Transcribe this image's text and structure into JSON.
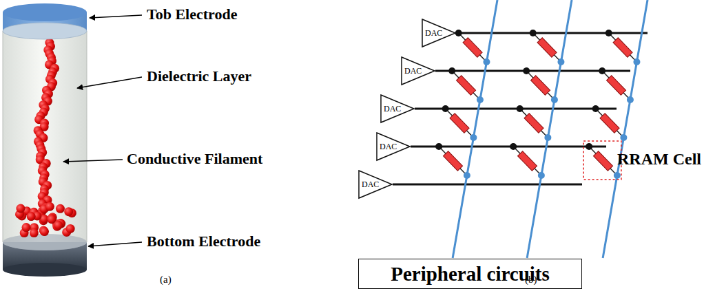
{
  "diagram": {
    "nodes": [
      {
        "text": [
          "DAC"
        ]
      },
      {
        "text": [
          "DAC"
        ]
      },
      {
        "text": [
          "DAC"
        ]
      },
      {
        "text": [
          "DAC"
        ]
      },
      {
        "text": [
          "DAC"
        ]
      },
      {
        "text": [
          "Peripheral circuits"
        ]
      }
    ],
    "labels": [
      "Tob Electrode",
      "Dielectric Layer",
      "Conductive Filament",
      "Bottom Electrode",
      "(a)",
      "RRAM Cell",
      "(b)"
    ]
  }
}
